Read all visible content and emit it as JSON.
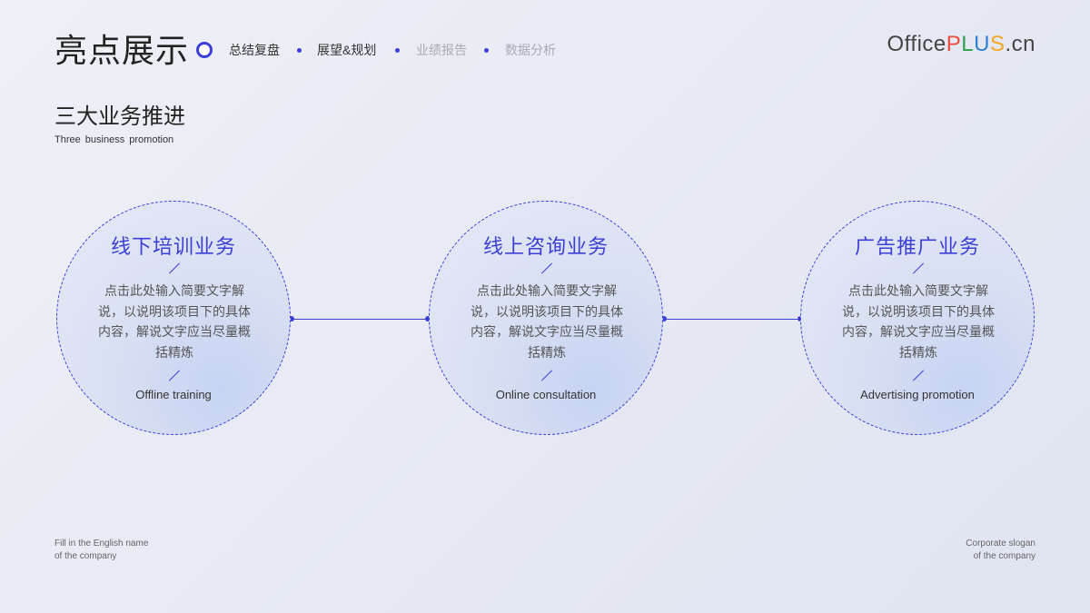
{
  "header": {
    "title": "亮点展示",
    "nav": [
      {
        "label": "总结复盘",
        "active": true
      },
      {
        "label": "展望&规划",
        "active": true
      },
      {
        "label": "业绩报告",
        "active": false
      },
      {
        "label": "数据分析",
        "active": false
      }
    ],
    "logo": {
      "office": "Office",
      "p": "P",
      "l": "L",
      "u": "U",
      "s": "S",
      "suffix": ".cn"
    }
  },
  "section": {
    "title": "三大业务推进",
    "subtitle": "Three business promotion"
  },
  "cards": [
    {
      "title": "线下培训业务",
      "desc": "点击此处输入简要文字解说，以说明该项目下的具体内容，解说文字应当尽量概括精炼",
      "en": "Offline training"
    },
    {
      "title": "线上咨询业务",
      "desc": "点击此处输入简要文字解说，以说明该项目下的具体内容，解说文字应当尽量概括精炼",
      "en": "Online consultation"
    },
    {
      "title": "广告推广业务",
      "desc": "点击此处输入简要文字解说，以说明该项目下的具体内容，解说文字应当尽量概括精炼",
      "en": "Advertising promotion"
    }
  ],
  "footer": {
    "left_line1": "Fill in the English name",
    "left_line2": "of the company",
    "right_line1": "Corporate slogan",
    "right_line2": "of the company"
  },
  "colors": {
    "accent": "#3b3fd8",
    "logo_p": "#e84c3d",
    "logo_l": "#2e9e4f",
    "logo_u": "#2f7fd6",
    "logo_s": "#f5a623"
  }
}
